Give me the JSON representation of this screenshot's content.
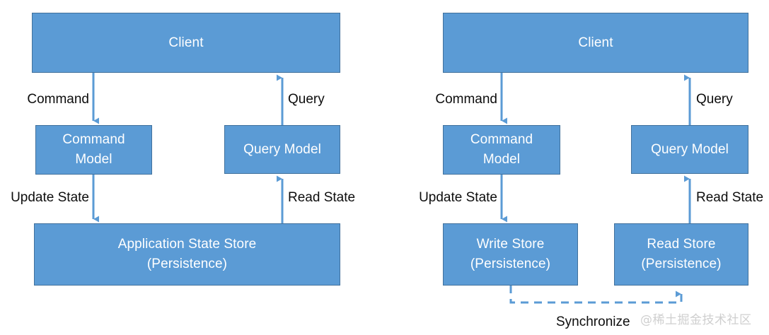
{
  "diagram": {
    "type": "flowchart",
    "title_visible": false,
    "colors": {
      "node_fill": "#5B9BD5",
      "node_border": "#41719C",
      "node_text": "#FFFFFF",
      "arrow": "#5B9BD5",
      "label_text": "#0D0D0D",
      "watermark_text": "#CFCFCF",
      "background": "#FFFFFF"
    },
    "left_diagram": {
      "name": "traditional-crud-architecture",
      "nodes": [
        {
          "id": "client",
          "label": "Client"
        },
        {
          "id": "command-model",
          "label": "Command\nModel"
        },
        {
          "id": "query-model",
          "label": "Query Model"
        },
        {
          "id": "state-store",
          "label": "Application State Store\n(Persistence)"
        }
      ],
      "edges": [
        {
          "id": "command",
          "label": "Command",
          "from": "client",
          "to": "command-model",
          "style": "solid",
          "direction": "down"
        },
        {
          "id": "query",
          "label": "Query",
          "from": "query-model",
          "to": "client",
          "style": "solid",
          "direction": "up"
        },
        {
          "id": "update-state",
          "label": "Update State",
          "from": "command-model",
          "to": "state-store",
          "style": "solid",
          "direction": "down"
        },
        {
          "id": "read-state",
          "label": "Read State",
          "from": "state-store",
          "to": "query-model",
          "style": "solid",
          "direction": "up"
        }
      ]
    },
    "right_diagram": {
      "name": "cqrs-architecture",
      "nodes": [
        {
          "id": "client",
          "label": "Client"
        },
        {
          "id": "command-model",
          "label": "Command\nModel"
        },
        {
          "id": "query-model",
          "label": "Query Model"
        },
        {
          "id": "write-store",
          "label": "Write Store\n(Persistence)"
        },
        {
          "id": "read-store",
          "label": "Read Store\n(Persistence)"
        }
      ],
      "edges": [
        {
          "id": "command",
          "label": "Command",
          "from": "client",
          "to": "command-model",
          "style": "solid",
          "direction": "down"
        },
        {
          "id": "query",
          "label": "Query",
          "from": "query-model",
          "to": "client",
          "style": "solid",
          "direction": "up"
        },
        {
          "id": "update-state",
          "label": "Update State",
          "from": "command-model",
          "to": "write-store",
          "style": "solid",
          "direction": "down"
        },
        {
          "id": "read-state",
          "label": "Read State",
          "from": "read-store",
          "to": "query-model",
          "style": "solid",
          "direction": "up"
        },
        {
          "id": "synchronize",
          "label": "Synchronize",
          "from": "write-store",
          "to": "read-store",
          "style": "dashed",
          "direction": "right"
        }
      ]
    },
    "watermark": "@稀土掘金技术社区"
  }
}
